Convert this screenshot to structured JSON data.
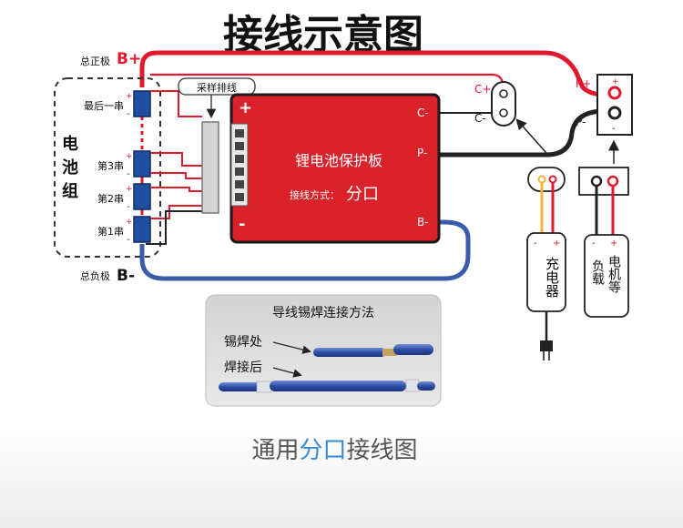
{
  "title": "接线示意图",
  "battery_pack": {
    "label_chars": [
      "电",
      "池",
      "组"
    ],
    "pos_terminal_label": "总正极",
    "pos_terminal_symbol": "B+",
    "neg_terminal_label": "总负极",
    "neg_terminal_symbol": "B-",
    "cell_labels": [
      "最后一串",
      "第3串",
      "第2串",
      "第1串"
    ],
    "cell_plus": "+",
    "cell_minus": "-"
  },
  "sampling_cable_label": "采样排线",
  "board": {
    "title": "锂电池保护板",
    "method_label": "接线方式：",
    "method_value": "分口",
    "plus_sign": "+",
    "minus_sign": "-",
    "port_c_minus": "C-",
    "port_p_minus": "P-",
    "port_b_minus": "B-"
  },
  "charge_port": {
    "c_plus": "C+",
    "c_minus": "C-"
  },
  "load_port": {
    "p_plus": "P+",
    "p_minus": "P-"
  },
  "charger": {
    "label": "充电器",
    "plus": "+",
    "minus": "-"
  },
  "load": {
    "label_line1": "电机等",
    "label_line2": "负载",
    "plus": "+",
    "minus": "-"
  },
  "solder_box": {
    "title": "导线锡焊连接方法",
    "step1": "锡焊处",
    "step2": "焊接后"
  },
  "caption": {
    "prefix": "通用",
    "highlight": "分口",
    "suffix": "接线图"
  },
  "colors": {
    "red_wire": "#e2192c",
    "black_wire": "#222222",
    "blue_wire": "#3b5ba9",
    "yellow_wire": "#f0b43a",
    "board_red": "#d9222a",
    "cell_blue": "#1f4fa0",
    "accent_blue": "#3a8bd6"
  }
}
